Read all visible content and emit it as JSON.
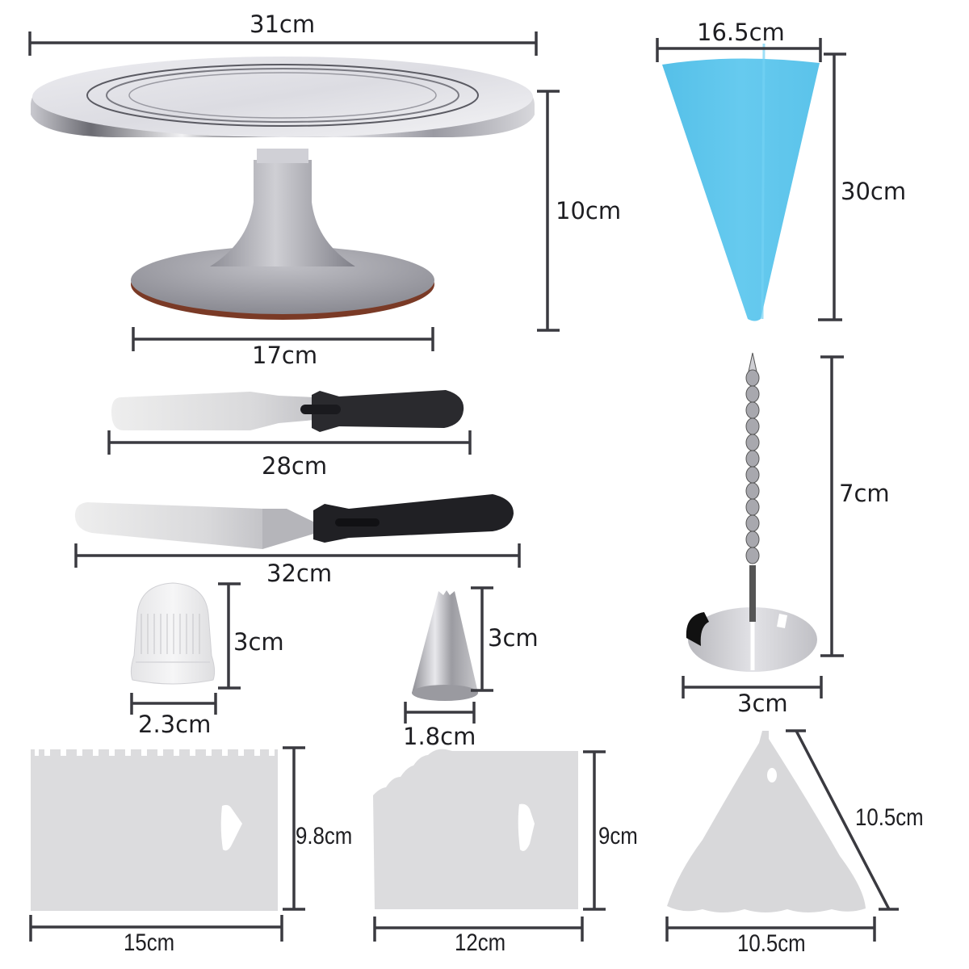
{
  "image": {
    "title": "Cake decorating tool set dimensions",
    "line_color": "#3a3a40",
    "text_color": "#1e1e22",
    "accent_bag_color": "#5cc4ea"
  },
  "items": [
    {
      "id": "turntable",
      "name": "Cake turntable",
      "dimensions": {
        "top_diameter": "31cm",
        "height": "10cm",
        "base_diameter": "17cm"
      }
    },
    {
      "id": "piping-bag",
      "name": "Silicone piping bag",
      "color": "#5cc4ea",
      "dimensions": {
        "width": "16.5cm",
        "length": "30cm"
      }
    },
    {
      "id": "straight-spatula",
      "name": "Straight icing spatula",
      "dimensions": {
        "length": "28cm"
      }
    },
    {
      "id": "angled-spatula",
      "name": "Angled icing spatula",
      "dimensions": {
        "length": "32cm"
      }
    },
    {
      "id": "flower-nail",
      "name": "Flower nail",
      "dimensions": {
        "height": "7cm",
        "width": "3cm"
      }
    },
    {
      "id": "coupler",
      "name": "Piping coupler",
      "dimensions": {
        "height": "3cm",
        "width": "2.3cm"
      }
    },
    {
      "id": "piping-tip",
      "name": "Piping tip",
      "dimensions": {
        "height": "3cm",
        "width": "1.8cm"
      }
    },
    {
      "id": "rect-scraper",
      "name": "Rectangular cake comb",
      "dimensions": {
        "height": "9.8cm",
        "width": "15cm"
      }
    },
    {
      "id": "wavy-scraper",
      "name": "Wavy cake comb",
      "dimensions": {
        "height": "9cm",
        "width": "12cm"
      }
    },
    {
      "id": "triangle-scraper",
      "name": "Triangle cake comb",
      "dimensions": {
        "side": "10.5cm",
        "base": "10.5cm"
      }
    }
  ],
  "labels": {
    "turntable_top": "31cm",
    "turntable_height": "10cm",
    "turntable_base": "17cm",
    "bag_width": "16.5cm",
    "bag_length": "30cm",
    "spatula_straight": "28cm",
    "spatula_angled": "32cm",
    "nail_height": "7cm",
    "nail_width": "3cm",
    "coupler_height": "3cm",
    "coupler_width": "2.3cm",
    "tip_height": "3cm",
    "tip_width": "1.8cm",
    "rect_comb_height": "9.8cm",
    "rect_comb_width": "15cm",
    "wavy_comb_height": "9cm",
    "wavy_comb_width": "12cm",
    "tri_comb_side": "10.5cm",
    "tri_comb_base": "10.5cm"
  }
}
